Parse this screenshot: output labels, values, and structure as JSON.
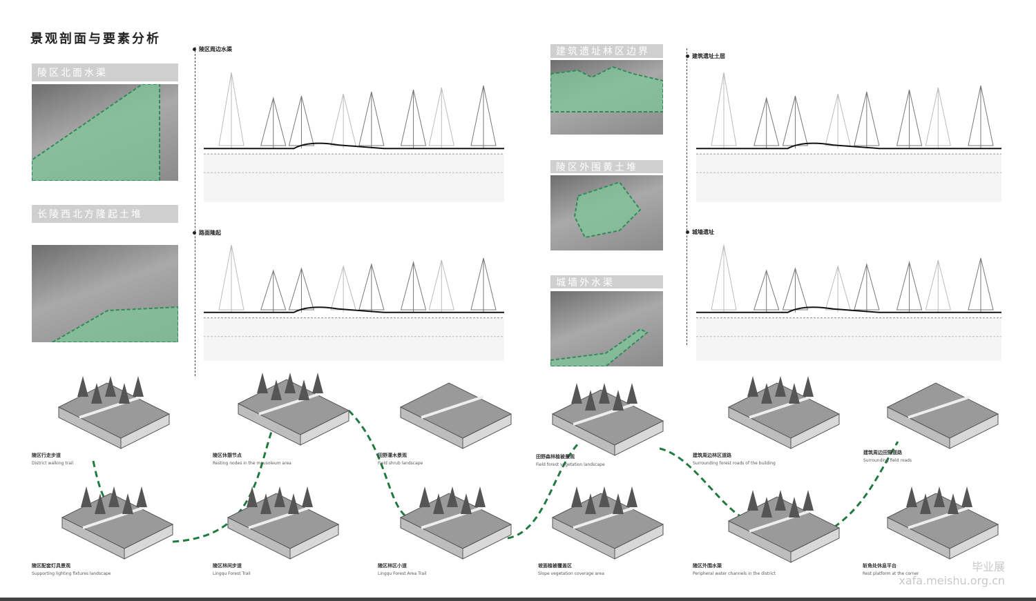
{
  "title": "景观剖面与要素分析",
  "photos": [
    {
      "label": "陵区北面水渠"
    },
    {
      "label": "长陵西北方隆起土堆"
    },
    {
      "label": "建筑遗址林区边界"
    },
    {
      "label": "陵区外围黄土堆"
    },
    {
      "label": "城墙外水渠"
    }
  ],
  "sections": [
    {
      "label": "陵区周边水渠"
    },
    {
      "label": "路面隆起"
    },
    {
      "label": "建筑遗址土层"
    },
    {
      "label": "城墙遗址"
    }
  ],
  "blocks": [
    {
      "cn": "陵区行走步道",
      "en": "District walking trail"
    },
    {
      "cn": "陵区休憩节点",
      "en": "Resting nodes in the mausoleum area"
    },
    {
      "cn": "田野灌木景观",
      "en": "Field shrub landscape"
    },
    {
      "cn": "田野森林植被景观",
      "en": "Field forest vegetation landscape"
    },
    {
      "cn": "建筑周边林区道路",
      "en": "Surrounding forest roads of the building"
    },
    {
      "cn": "建筑周边田野道路",
      "en": "Surrounding field roads"
    },
    {
      "cn": "陵区配套灯具景观",
      "en": "Supporting lighting fixtures landscape"
    },
    {
      "cn": "陵区林间步道",
      "en": "Lingqu Forest Trail"
    },
    {
      "cn": "陵区林区小道",
      "en": "Lingqu Forest Area Trail"
    },
    {
      "cn": "坡面植被覆盖区",
      "en": "Slope vegetation coverage area"
    },
    {
      "cn": "陵区外围水渠",
      "en": "Peripheral water channels in the district"
    },
    {
      "cn": "斩角处休息平台",
      "en": "Rest platform at the corner"
    }
  ],
  "watermark": {
    "line1": "毕业展",
    "line2": "xafa.meishu.org.cn"
  },
  "colors": {
    "accent": "#2e8b57",
    "highlight": "#7fc59a"
  }
}
